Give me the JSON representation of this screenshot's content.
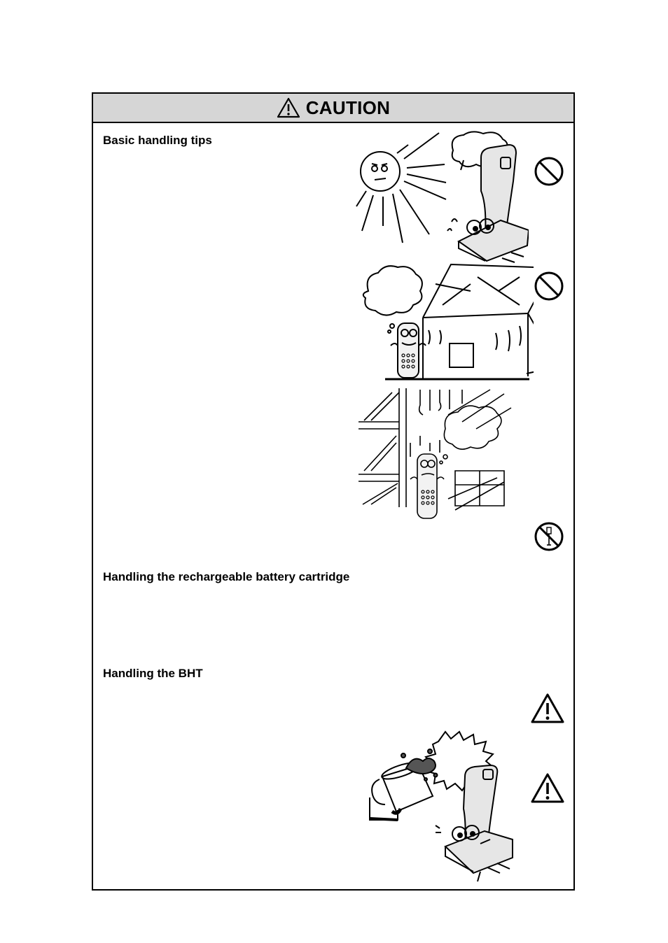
{
  "caution_box": {
    "title": "CAUTION",
    "header_icon": "warning-triangle-icon",
    "header_color": "#d6d6d6"
  },
  "sections": [
    {
      "heading": "Basic handling tips"
    },
    {
      "heading": "Handling the rechargeable battery cartridge"
    },
    {
      "heading": "Handling the BHT"
    }
  ],
  "symbols": {
    "prohibited_1": "prohibited-icon",
    "prohibited_2": "prohibited-icon",
    "no_disassembly": "no-disassembly-icon",
    "warning_1": "warning-triangle-icon",
    "warning_2": "warning-triangle-icon"
  }
}
